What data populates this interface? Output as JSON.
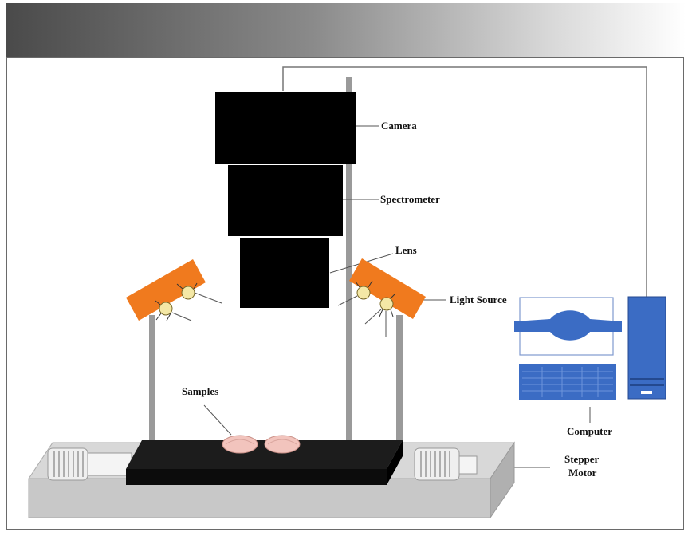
{
  "labels": {
    "camera": "Camera",
    "spectrometer": "Spectrometer",
    "lens": "Lens",
    "light_source": "Light Source",
    "samples": "Samples",
    "stepper_motor_line1": "Stepper",
    "stepper_motor_line2": "Motor",
    "computer": "Computer"
  },
  "colors": {
    "camera_stack": "#000000",
    "light_panel": "#f07a1e",
    "computer": "#3b6cc4",
    "platform": "#c8c8c8",
    "conveyor": "#111111",
    "sample": "#f2c4bd"
  }
}
